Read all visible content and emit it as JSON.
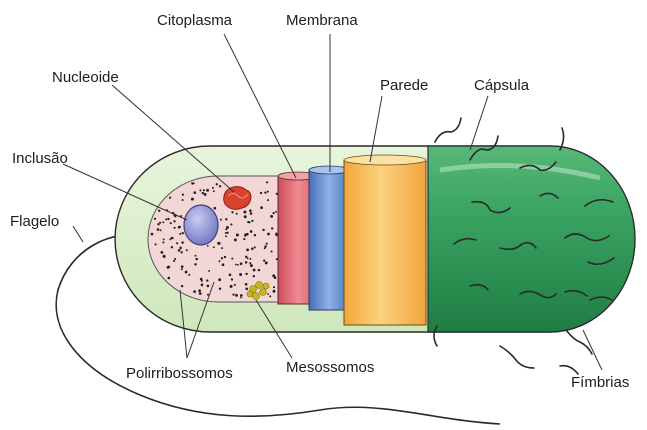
{
  "labels": {
    "citoplasma": "Citoplasma",
    "membrana": "Membrana",
    "nucleoide": "Nucleoide",
    "parede": "Parede",
    "capsula": "Cápsula",
    "inclusao": "Inclusão",
    "flagelo": "Flagelo",
    "polirribossomos": "Polirribossomos",
    "mesossomos": "Mesossomos",
    "fimbrias": "Fímbrias"
  },
  "colors": {
    "capsule_outer": "#d9eec6",
    "capsule_green": "#2f9a55",
    "cytoplasm_pink": "#f3d4d4",
    "membrane_red": "#e26a73",
    "membrane_blue": "#5d8bd0",
    "wall_orange": "#f7b44c",
    "nucleoid_red": "#d9422c",
    "inclusion_blue": "#8f95d4"
  }
}
